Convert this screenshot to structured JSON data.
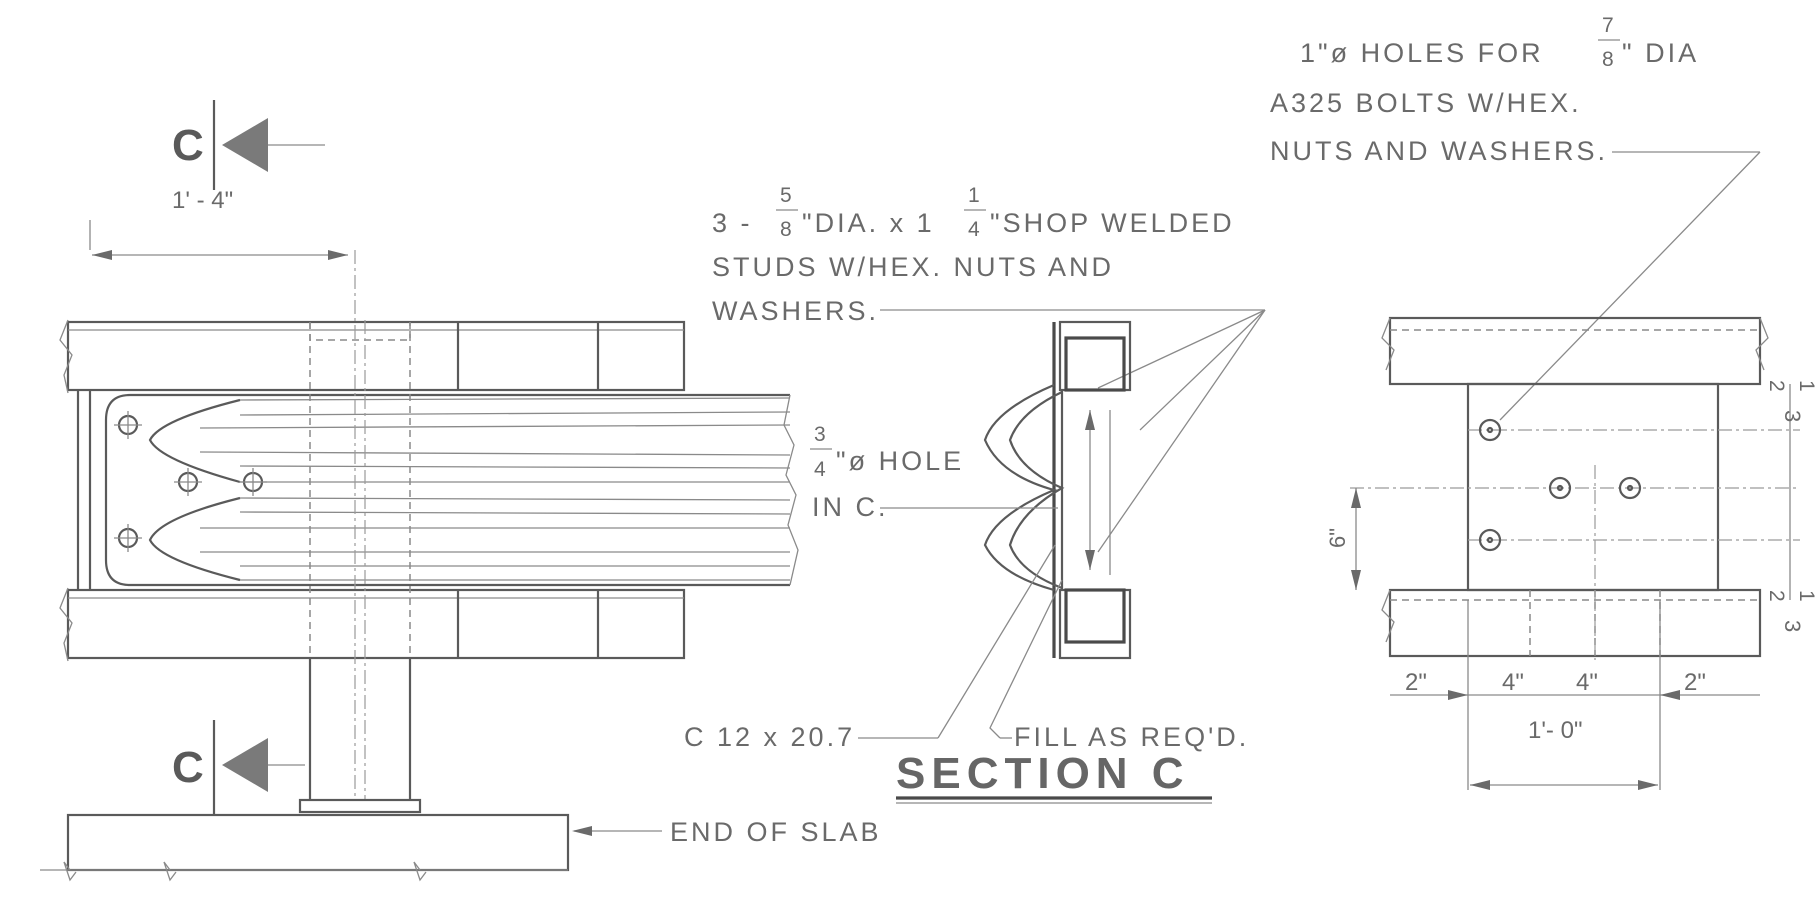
{
  "labels": {
    "section_mark": "C",
    "dim_left_top": "1' - 4\"",
    "stud_note": {
      "prefix": "3 -",
      "f1_num": "5",
      "f1_den": "8",
      "mid": "\"DIA. x 1",
      "f2_num": "1",
      "f2_den": "4",
      "suffix": "\"SHOP WELDED",
      "line2": "STUDS  W/HEX. NUTS AND",
      "line3": "WASHERS."
    },
    "bolt_note": {
      "lead": "1\"ø HOLES  FOR",
      "f_num": "7",
      "f_den": "8",
      "tail": "\"  DIA",
      "line2": "A325  BOLTS   W/HEX.",
      "line3": "NUTS  AND WASHERS."
    },
    "hole_note": {
      "f_num": "3",
      "f_den": "4",
      "line1": "\"ø HOLE",
      "line2": "IN   C."
    },
    "channel": "C 12 x 20.7",
    "fill": "FILL AS REQ'D.",
    "section_title": "SECTION  C",
    "end_slab": "END  OF  SLAB",
    "dims_right": {
      "d2a": "2\"",
      "d4a": "4\"",
      "d4b": "4\"",
      "d2b": "2\"",
      "d10": "1'- 0\"",
      "d6": "6\"",
      "v1_whole": "3",
      "v1_num": "1",
      "v1_den": "2",
      "v2_whole": "3",
      "v2_num": "1",
      "v2_den": "2"
    }
  }
}
